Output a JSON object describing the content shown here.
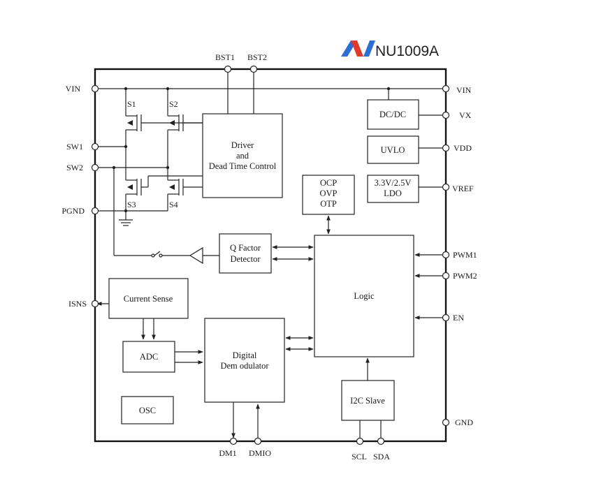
{
  "logo": {
    "part_number": "NU1009A",
    "colors": {
      "blue": "#2a6fd1",
      "red": "#e23a2a"
    }
  },
  "pins": {
    "vin_left": "VIN",
    "sw1": "SW1",
    "sw2": "SW2",
    "pgnd": "PGND",
    "isns": "ISNS",
    "bst1": "BST1",
    "bst2": "BST2",
    "vin_right": "VIN",
    "vx": "VX",
    "vdd": "VDD",
    "vref": "VREF",
    "pwm1": "PWM1",
    "pwm2": "PWM2",
    "en": "EN",
    "gnd": "GND",
    "dm1": "DM1",
    "dmio": "DMIO",
    "scl": "SCL",
    "sda": "SDA"
  },
  "switches": {
    "s1": "S1",
    "s2": "S2",
    "s3": "S3",
    "s4": "S4"
  },
  "blocks": {
    "driver": {
      "line1": "Driver",
      "line2": "and",
      "line3": "Dead Time Control"
    },
    "dcdc": "DC/DC",
    "uvlo": "UVLO",
    "ldo": {
      "line1": "3.3V/2.5V",
      "line2": "LDO"
    },
    "protect": {
      "line1": "OCP",
      "line2": "OVP",
      "line3": "OTP"
    },
    "qfactor": {
      "line1": "Q Factor",
      "line2": "Detector"
    },
    "logic": "Logic",
    "current_sense": "Current Sense",
    "adc": "ADC",
    "demod": {
      "line1": "Digital",
      "line2": "Dem odulator"
    },
    "osc": "OSC",
    "i2c": "I2C Slave"
  }
}
